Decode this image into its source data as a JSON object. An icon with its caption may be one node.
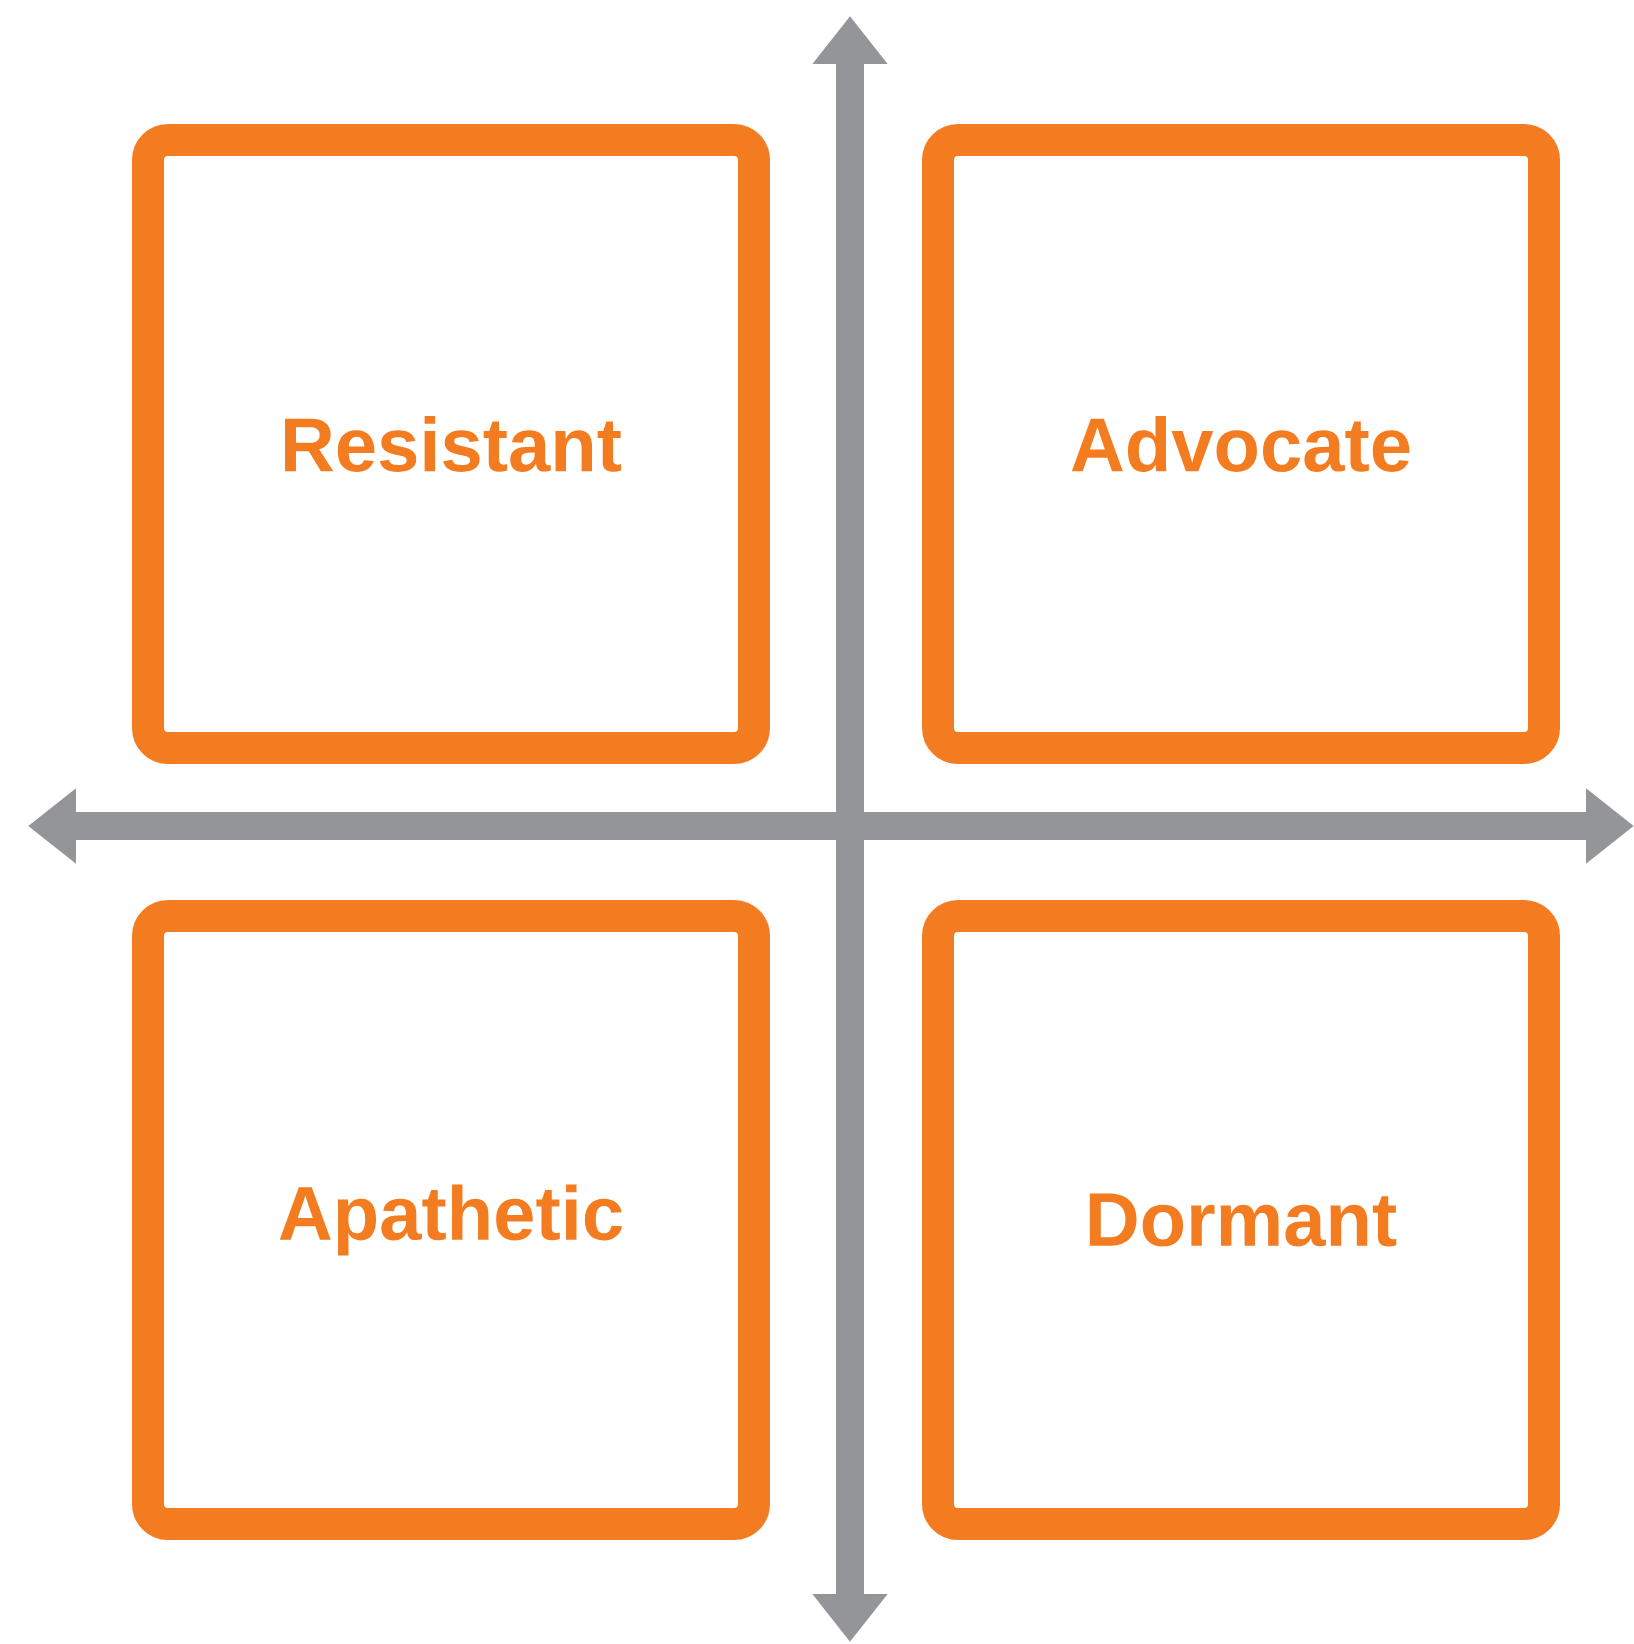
{
  "diagram": {
    "nodes": [
      {
        "text": [
          "Resistant"
        ]
      },
      {
        "text": [
          "Advocate"
        ]
      },
      {
        "text": [
          "Apathetic"
        ]
      },
      {
        "text": [
          "Dormant"
        ]
      }
    ]
  }
}
